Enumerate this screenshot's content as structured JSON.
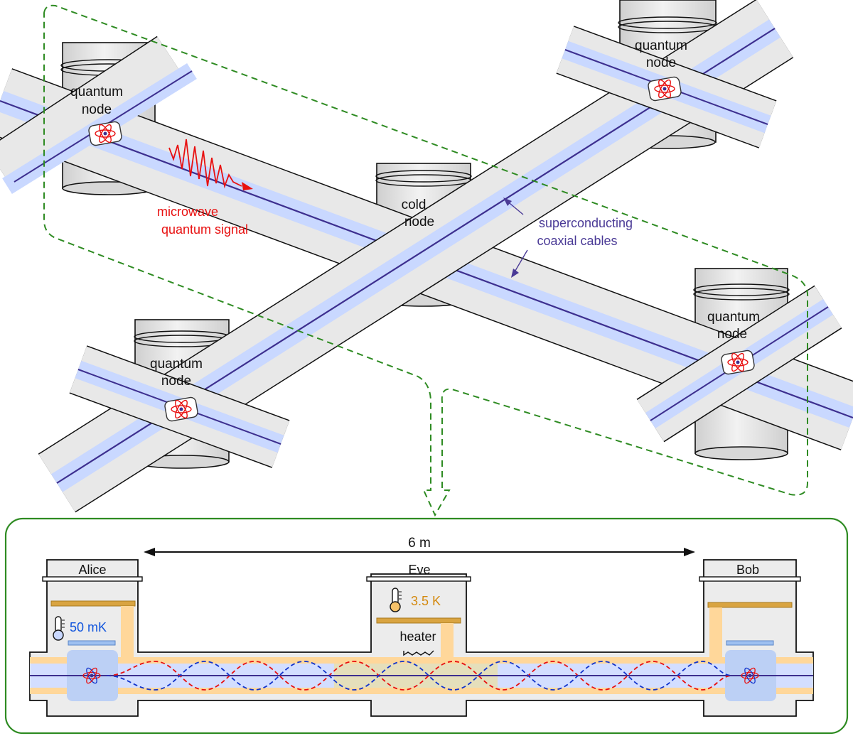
{
  "nodes": {
    "top_left": {
      "line1": "quantum",
      "line2": "node"
    },
    "top_right": {
      "line1": "quantum",
      "line2": "node"
    },
    "center": {
      "line1": "cold",
      "line2": "node"
    },
    "right": {
      "line1": "quantum",
      "line2": "node"
    },
    "bottom_left": {
      "line1": "quantum",
      "line2": "node"
    }
  },
  "labels": {
    "signal_line1": "microwave",
    "signal_line2": "quantum signal",
    "cables_line1": "superconducting",
    "cables_line2": "coaxial cables"
  },
  "inset": {
    "distance": "6 m",
    "alice": "Alice",
    "eve": "Eve",
    "bob": "Bob",
    "alice_temp": "50 mK",
    "eve_temp": "3.5 K",
    "heater": "heater"
  },
  "colors": {
    "tube_fill": "#e8e8e8",
    "coax_band": "#c9d8ff",
    "core_line": "#3d2f8f",
    "signal_red": "#e81010",
    "cable_label": "#4a3a96",
    "dashed_green": "#2e8b22",
    "plate_orange": "#d9a441",
    "blue_temp": "#1155dd",
    "orange_temp": "#d48a10"
  }
}
